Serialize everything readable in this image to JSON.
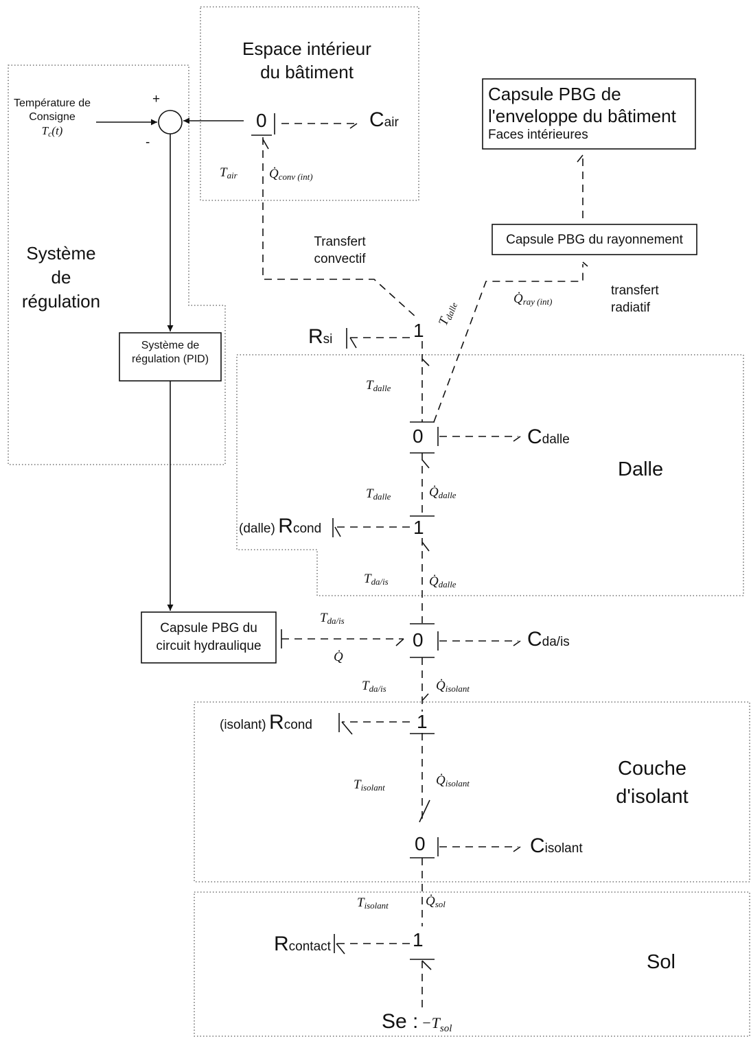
{
  "colors": {
    "ink": "#111111",
    "region_border": "#555555"
  },
  "regions": {
    "interior": {
      "title_line1": "Espace intérieur",
      "title_line2": "du bâtiment"
    },
    "regulation": {
      "line1": "Système",
      "line2": "de",
      "line3": "régulation"
    },
    "dalle": "Dalle",
    "isolant": {
      "line1": "Couche",
      "line2": "d'isolant"
    },
    "sol": "Sol"
  },
  "boxes": {
    "envelope": {
      "line1": "Capsule PBG de",
      "line2": "l'enveloppe du bâtiment",
      "line3": "Faces intérieures"
    },
    "radiation": "Capsule PBG du rayonnement",
    "pid": {
      "line1": "Système de",
      "line2": "régulation (PID)"
    },
    "hydraulic": {
      "line1": "Capsule PBG du",
      "line2": "circuit hydraulique"
    }
  },
  "setpoint": {
    "line1": "Température de",
    "line2": "Consigne",
    "var_main": "T",
    "var_sub": "c",
    "var_tail": "(t)"
  },
  "signs": {
    "plus": "+",
    "minus": "-"
  },
  "nodes": {
    "air_junction": "0",
    "rsi_junction": "1",
    "dalle_junction": "0",
    "cond_dalle_junction": "1",
    "dais_junction": "0",
    "cond_isolant_junction": "1",
    "isolant_junction": "0",
    "contact_junction": "1"
  },
  "elements": {
    "c_air": {
      "main": "C",
      "sub": "air"
    },
    "r_si": {
      "main": "R",
      "sub": "si"
    },
    "c_dalle": {
      "main": "C",
      "sub": "dalle"
    },
    "r_cond_dalle": {
      "prefix": "(dalle)",
      "main": "R",
      "sub": "cond"
    },
    "c_dais": {
      "main": "C",
      "sub": "da/is"
    },
    "r_cond_isolant": {
      "prefix": "(isolant)",
      "main": "R",
      "sub": "cond"
    },
    "c_isolant": {
      "main": "C",
      "sub": "isolant"
    },
    "r_contact": {
      "main": "R",
      "sub": "contact"
    },
    "source": {
      "main": "Se :",
      "var_main": "−T",
      "var_sub": "sol"
    }
  },
  "transfer_labels": {
    "convective": {
      "line1": "Transfert",
      "line2": "convectif"
    },
    "radiative": {
      "line1": "transfert",
      "line2": "radiatif"
    }
  },
  "variables": {
    "t_air": {
      "main": "T",
      "sub": "air"
    },
    "q_conv": {
      "main": "Q̇",
      "sub": "conv (int)"
    },
    "q_ray": {
      "main": "Q̇",
      "sub": "ray (int)"
    },
    "t_dalle_diag": {
      "main": "T",
      "sub": "dalle"
    },
    "t_dalle_1": {
      "main": "T",
      "sub": "dalle"
    },
    "t_dalle_2": {
      "main": "T",
      "sub": "dalle"
    },
    "q_dalle_1": {
      "main": "Q̇",
      "sub": "dalle"
    },
    "t_dais_1": {
      "main": "T",
      "sub": "da/is"
    },
    "q_dalle_2": {
      "main": "Q̇",
      "sub": "dalle"
    },
    "t_dais_hyd": {
      "main": "T",
      "sub": "da/is"
    },
    "q_hyd": {
      "main": "Q̇",
      "sub": ""
    },
    "t_dais_2": {
      "main": "T",
      "sub": "da/is"
    },
    "q_isolant_1": {
      "main": "Q̇",
      "sub": "isolant"
    },
    "t_isolant_1": {
      "main": "T",
      "sub": "isolant"
    },
    "q_isolant_2": {
      "main": "Q̇",
      "sub": "isolant"
    },
    "t_isolant_2": {
      "main": "T",
      "sub": "isolant"
    },
    "q_sol": {
      "main": "Q̇",
      "sub": "sol"
    }
  }
}
